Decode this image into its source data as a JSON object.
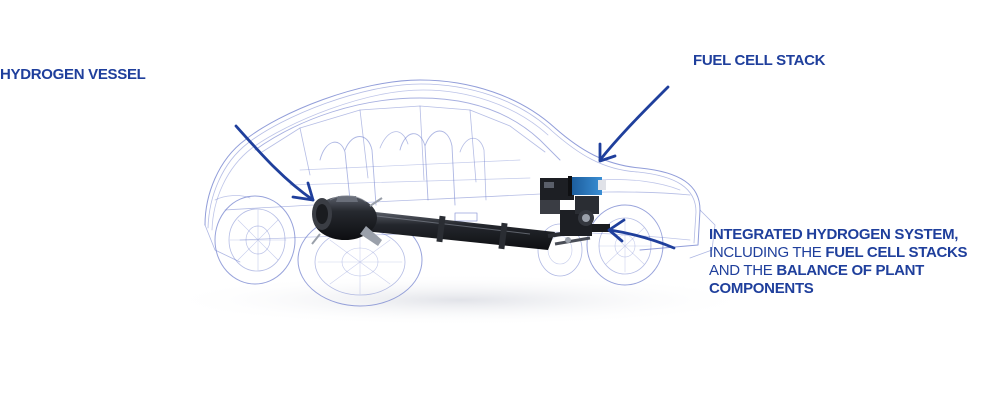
{
  "colors": {
    "label": "#1f3f9c",
    "arrow": "#1f3f9c",
    "sketch": "#6c7ccc",
    "components": "#1d1f24",
    "stack_accent": "#2f78c0",
    "background": "#ffffff"
  },
  "labels": {
    "hydrogen_vessel": "HYDROGEN VESSEL",
    "fuel_cell_stack": "FUEL CELL STACK",
    "system": {
      "line1": "INTEGRATED HYDROGEN SYSTEM,",
      "line2_pre": "INCLUDING THE ",
      "line2_bold": "FUEL CELL STACKS",
      "line3_pre": "AND THE ",
      "line3_bold": "BALANCE OF PLANT",
      "line4": "COMPONENTS"
    }
  }
}
